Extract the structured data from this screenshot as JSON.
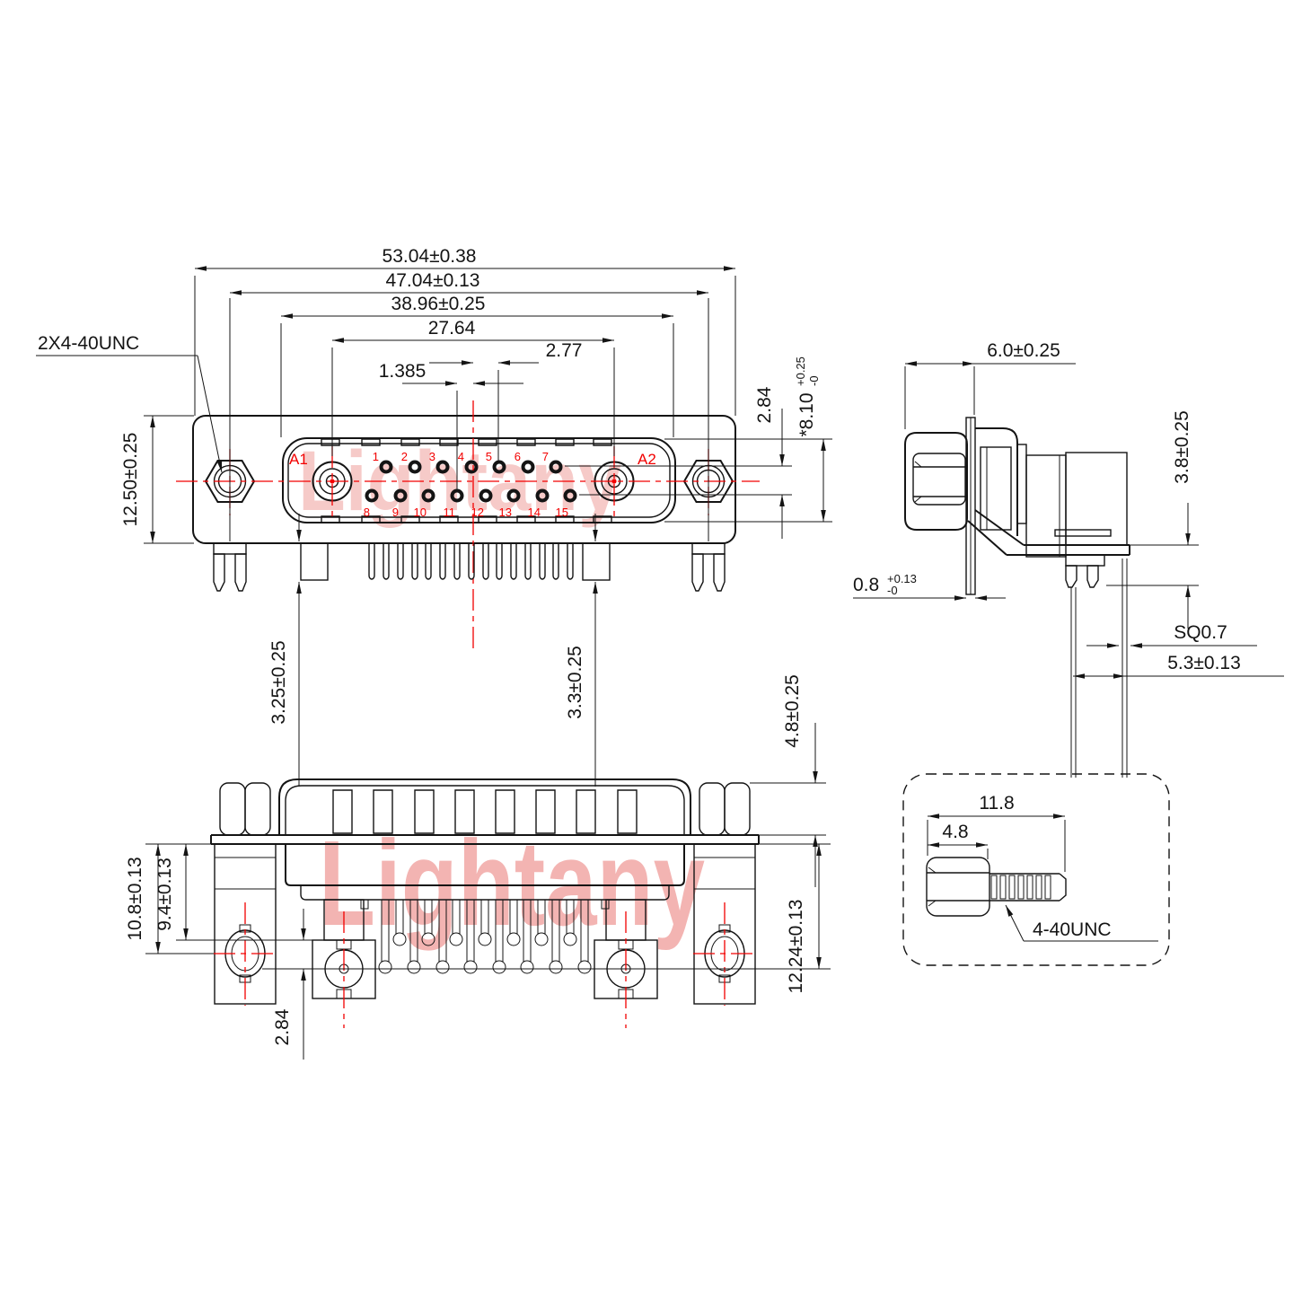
{
  "drawing": {
    "watermark": "Lightany",
    "front_view": {
      "thread_callout": "2X4-40UNC",
      "label_a1": "A1",
      "label_a2": "A2",
      "pins_top": [
        "1",
        "2",
        "3",
        "4",
        "5",
        "6",
        "7"
      ],
      "pins_bottom": [
        "8",
        "9",
        "10",
        "11",
        "12",
        "13",
        "14",
        "15"
      ],
      "dim_overall_width": "53.04±0.38",
      "dim_mount_width": "47.04±0.13",
      "dim_shell_width": "38.96±0.25",
      "dim_coax_span": "27.64",
      "dim_pin_pitch": "2.77",
      "dim_row_stagger": "1.385",
      "dim_body_height": "12.50±0.25",
      "dim_row_offset": "2.84",
      "dim_shell_height": "*8.10",
      "dim_shell_height_tol_plus": "+0.25",
      "dim_shell_height_tol_minus": "-0",
      "dim_tail_left": "3.25±0.25",
      "dim_tail_right": "3.3±0.25"
    },
    "side_view": {
      "dim_depth": "6.0±0.25",
      "dim_bracket": "3.8±0.25",
      "dim_flange": "0.8",
      "dim_flange_tol_plus": "+0.13",
      "dim_flange_tol_minus": "-0",
      "dim_pin_section": "SQ0.7",
      "dim_row_spacing": "5.3±0.13"
    },
    "bottom_view": {
      "dim_standoff_height": "4.8±0.25",
      "dim_body_depth": "12.24±0.13",
      "dim_screw_axis": "10.8±0.13",
      "dim_coax_face": "9.4±0.13",
      "dim_coax_offset": "2.84"
    },
    "detail_view": {
      "dim_length": "11.8",
      "dim_head_length": "4.8",
      "thread_label": "4-40UNC"
    }
  }
}
